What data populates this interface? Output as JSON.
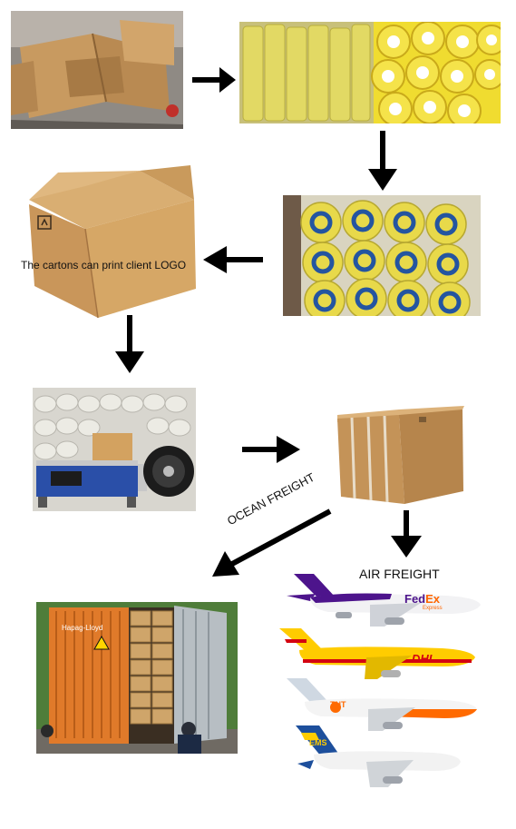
{
  "labels": {
    "carton_logo": "The cartons can print client LOGO",
    "ocean_freight": "OCEAN FREIGHT",
    "air_freight": "AIR FREIGHT"
  },
  "brands": {
    "container": "Hapag-Lloyd",
    "fedex_fed": "Fed",
    "fedex_ex": "Ex",
    "fedex_sub": "Express",
    "dhl": "DHL",
    "tnt": "TNT",
    "ems": "EMS"
  },
  "colors": {
    "arrow": "#000000",
    "cardboard": "#c79a5e",
    "tape": "#e9d84a",
    "container": "#e07a2a",
    "fedex_purple": "#4d148c",
    "fedex_orange": "#ff6600",
    "dhl_yellow": "#ffcc00",
    "dhl_red": "#d40511",
    "tnt_orange": "#ff6a00",
    "ems_blue": "#1d4f9c"
  }
}
